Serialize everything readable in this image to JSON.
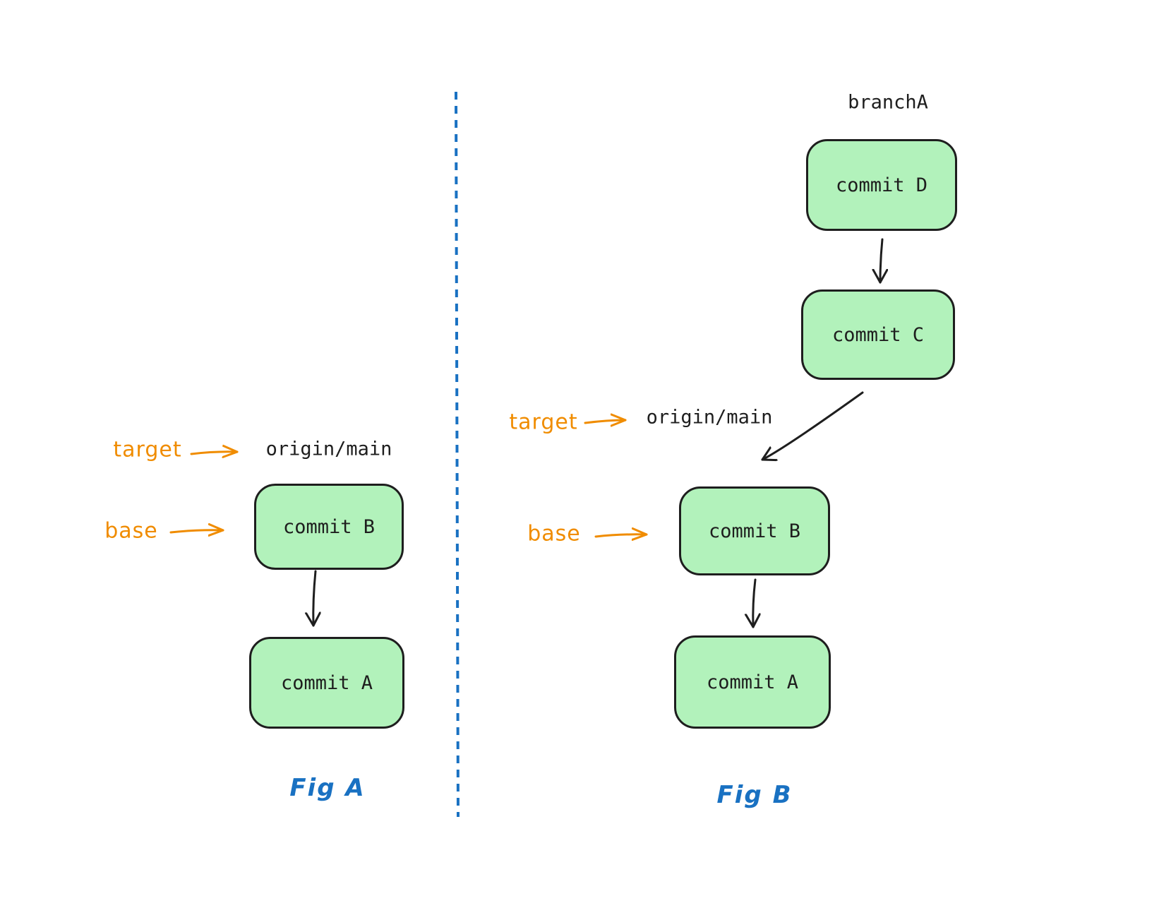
{
  "page": {
    "background": "#ffffff",
    "kind": "hand-drawn git rebase diagram with two figures separated by a dashed divider"
  },
  "colors": {
    "commit_fill": "#b2f2bb",
    "stroke": "#1e1e1e",
    "annotation_orange": "#f08c00",
    "figure_blue": "#1971c2"
  },
  "divider": {
    "orientation": "vertical",
    "style": "dashed",
    "color": "#1971c2"
  },
  "fig_a": {
    "caption": "Fig A",
    "annotations": {
      "target_label": "target",
      "target_ref": "origin/main",
      "base_label": "base"
    },
    "commits": [
      {
        "label": "commit B"
      },
      {
        "label": "commit A"
      }
    ],
    "edges": [
      "commit B -> commit A"
    ]
  },
  "fig_b": {
    "caption": "Fig B",
    "branch_label": "branchA",
    "annotations": {
      "target_label": "target",
      "target_ref": "origin/main",
      "base_label": "base"
    },
    "commits": [
      {
        "label": "commit D"
      },
      {
        "label": "commit C"
      },
      {
        "label": "commit B"
      },
      {
        "label": "commit A"
      }
    ],
    "edges": [
      "commit D -> commit C",
      "commit C -> commit B (curved)",
      "commit B -> commit A"
    ]
  }
}
